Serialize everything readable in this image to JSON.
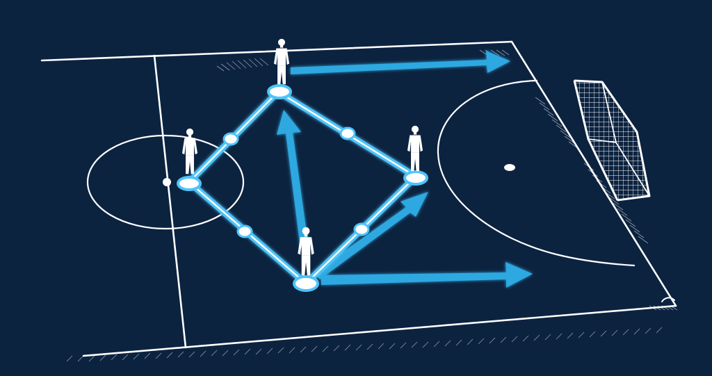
{
  "diagram": {
    "type": "futsal-tactical-diamond",
    "colors": {
      "background": "#0c2340",
      "pitch_lines": "#ffffff",
      "movement_arrows": "#2fa8e0",
      "pass_links": "#4fc3f7",
      "players": "#ffffff"
    },
    "players": [
      {
        "id": "p1",
        "role": "top",
        "icon": "player-silhouette-icon"
      },
      {
        "id": "p2",
        "role": "left",
        "icon": "player-silhouette-icon"
      },
      {
        "id": "p3",
        "role": "right",
        "icon": "player-silhouette-icon"
      },
      {
        "id": "p4",
        "role": "bottom",
        "icon": "player-silhouette-icon"
      }
    ],
    "passing_links": [
      {
        "from": "p1",
        "to": "p2"
      },
      {
        "from": "p1",
        "to": "p3"
      },
      {
        "from": "p4",
        "to": "p2"
      },
      {
        "from": "p4",
        "to": "p3"
      }
    ],
    "runs": [
      {
        "from": "p1",
        "direction": "forward"
      },
      {
        "from": "p4",
        "direction": "forward"
      },
      {
        "from": "p4",
        "direction": "diagonal"
      },
      {
        "from": "p4",
        "direction": "up"
      }
    ],
    "goal_icon": "goal-net-icon"
  }
}
